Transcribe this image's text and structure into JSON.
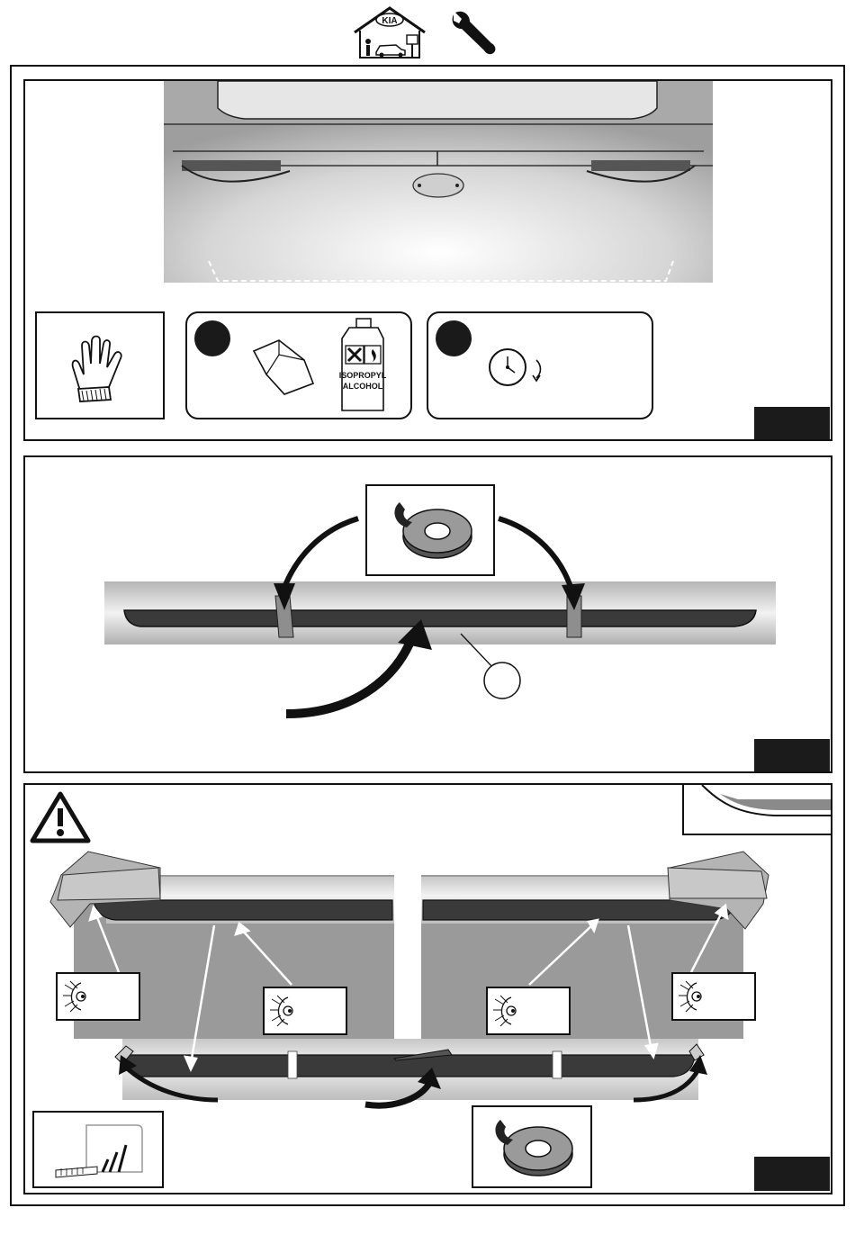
{
  "header": {
    "brand_logo_text": "KIA",
    "icons": [
      "dealer-workshop-icon",
      "wrench-icon"
    ]
  },
  "panel1": {
    "tools": {
      "gloves": "gloves-icon",
      "cleaning": {
        "icons": [
          "cloth-icon",
          "bottle-icon"
        ],
        "bottle_label_line1": "ISOPROPYL",
        "bottle_label_line2": "ALCOHOL"
      },
      "wait": "clock-icon"
    }
  },
  "panel2": {
    "icons": [
      "adhesive-tape-roll-icon"
    ]
  },
  "panel3": {
    "icons": [
      "warning-icon",
      "inspect-eye-icon",
      "tape-measure-icon",
      "adhesive-tape-roll-icon"
    ]
  },
  "colors": {
    "line": "#111111",
    "step_box": "#1b1b1b",
    "body_panel": "#9a9a9a"
  }
}
